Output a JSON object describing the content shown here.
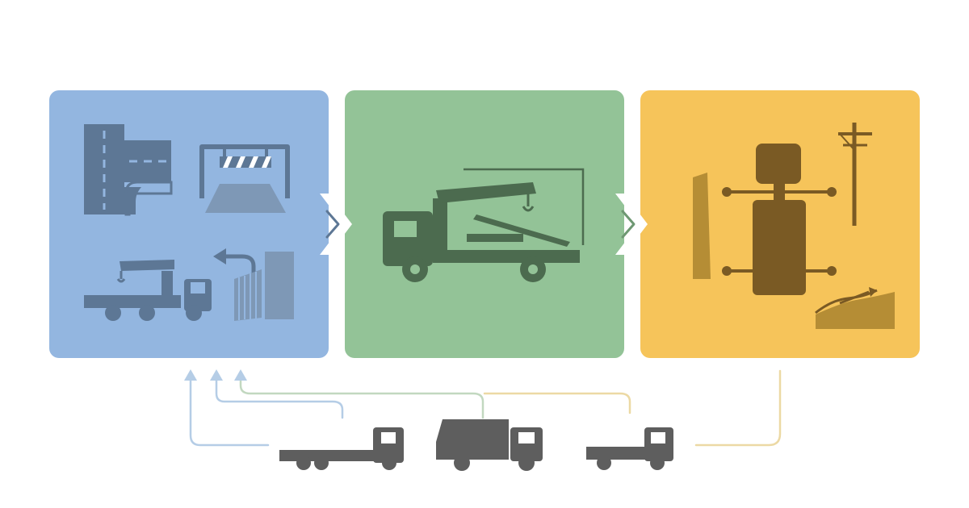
{
  "colors": {
    "background": "#ffffff",
    "panel_blue": "#93b6e0",
    "panel_green": "#93c397",
    "panel_yellow": "#f6c45a",
    "icon_blue": "#5d7795",
    "icon_blue_light": "#7e98b6",
    "icon_green": "#4c6b4f",
    "icon_yellow": "#7a5a24",
    "icon_yellow_light": "#b58d35",
    "truck_gray": "#5e5e5e",
    "line_blue": "#b5cde6",
    "line_green": "#c2d8c0",
    "line_yellow": "#ecd9a4",
    "chevron_blue": "#5d7795",
    "chevron_green": "#6e9872"
  },
  "stages": [
    {
      "id": "route-survey",
      "color": "blue",
      "icons": [
        "road-junction-icon",
        "height-barrier-icon",
        "crane-truck-icon",
        "detour-gate-icon"
      ]
    },
    {
      "id": "loading",
      "color": "green",
      "icons": [
        "crane-truck-loading-icon"
      ]
    },
    {
      "id": "site-setup",
      "color": "yellow",
      "icons": [
        "wall-icon",
        "outrigger-truck-icon",
        "utility-pole-icon",
        "slope-icon"
      ]
    }
  ],
  "vehicles": [
    {
      "icon": "flatbed-truck-icon",
      "line_color": "blue"
    },
    {
      "icon": "box-truck-icon",
      "line_color": "green"
    },
    {
      "icon": "small-flatbed-truck-icon",
      "line_color": "yellow"
    }
  ]
}
